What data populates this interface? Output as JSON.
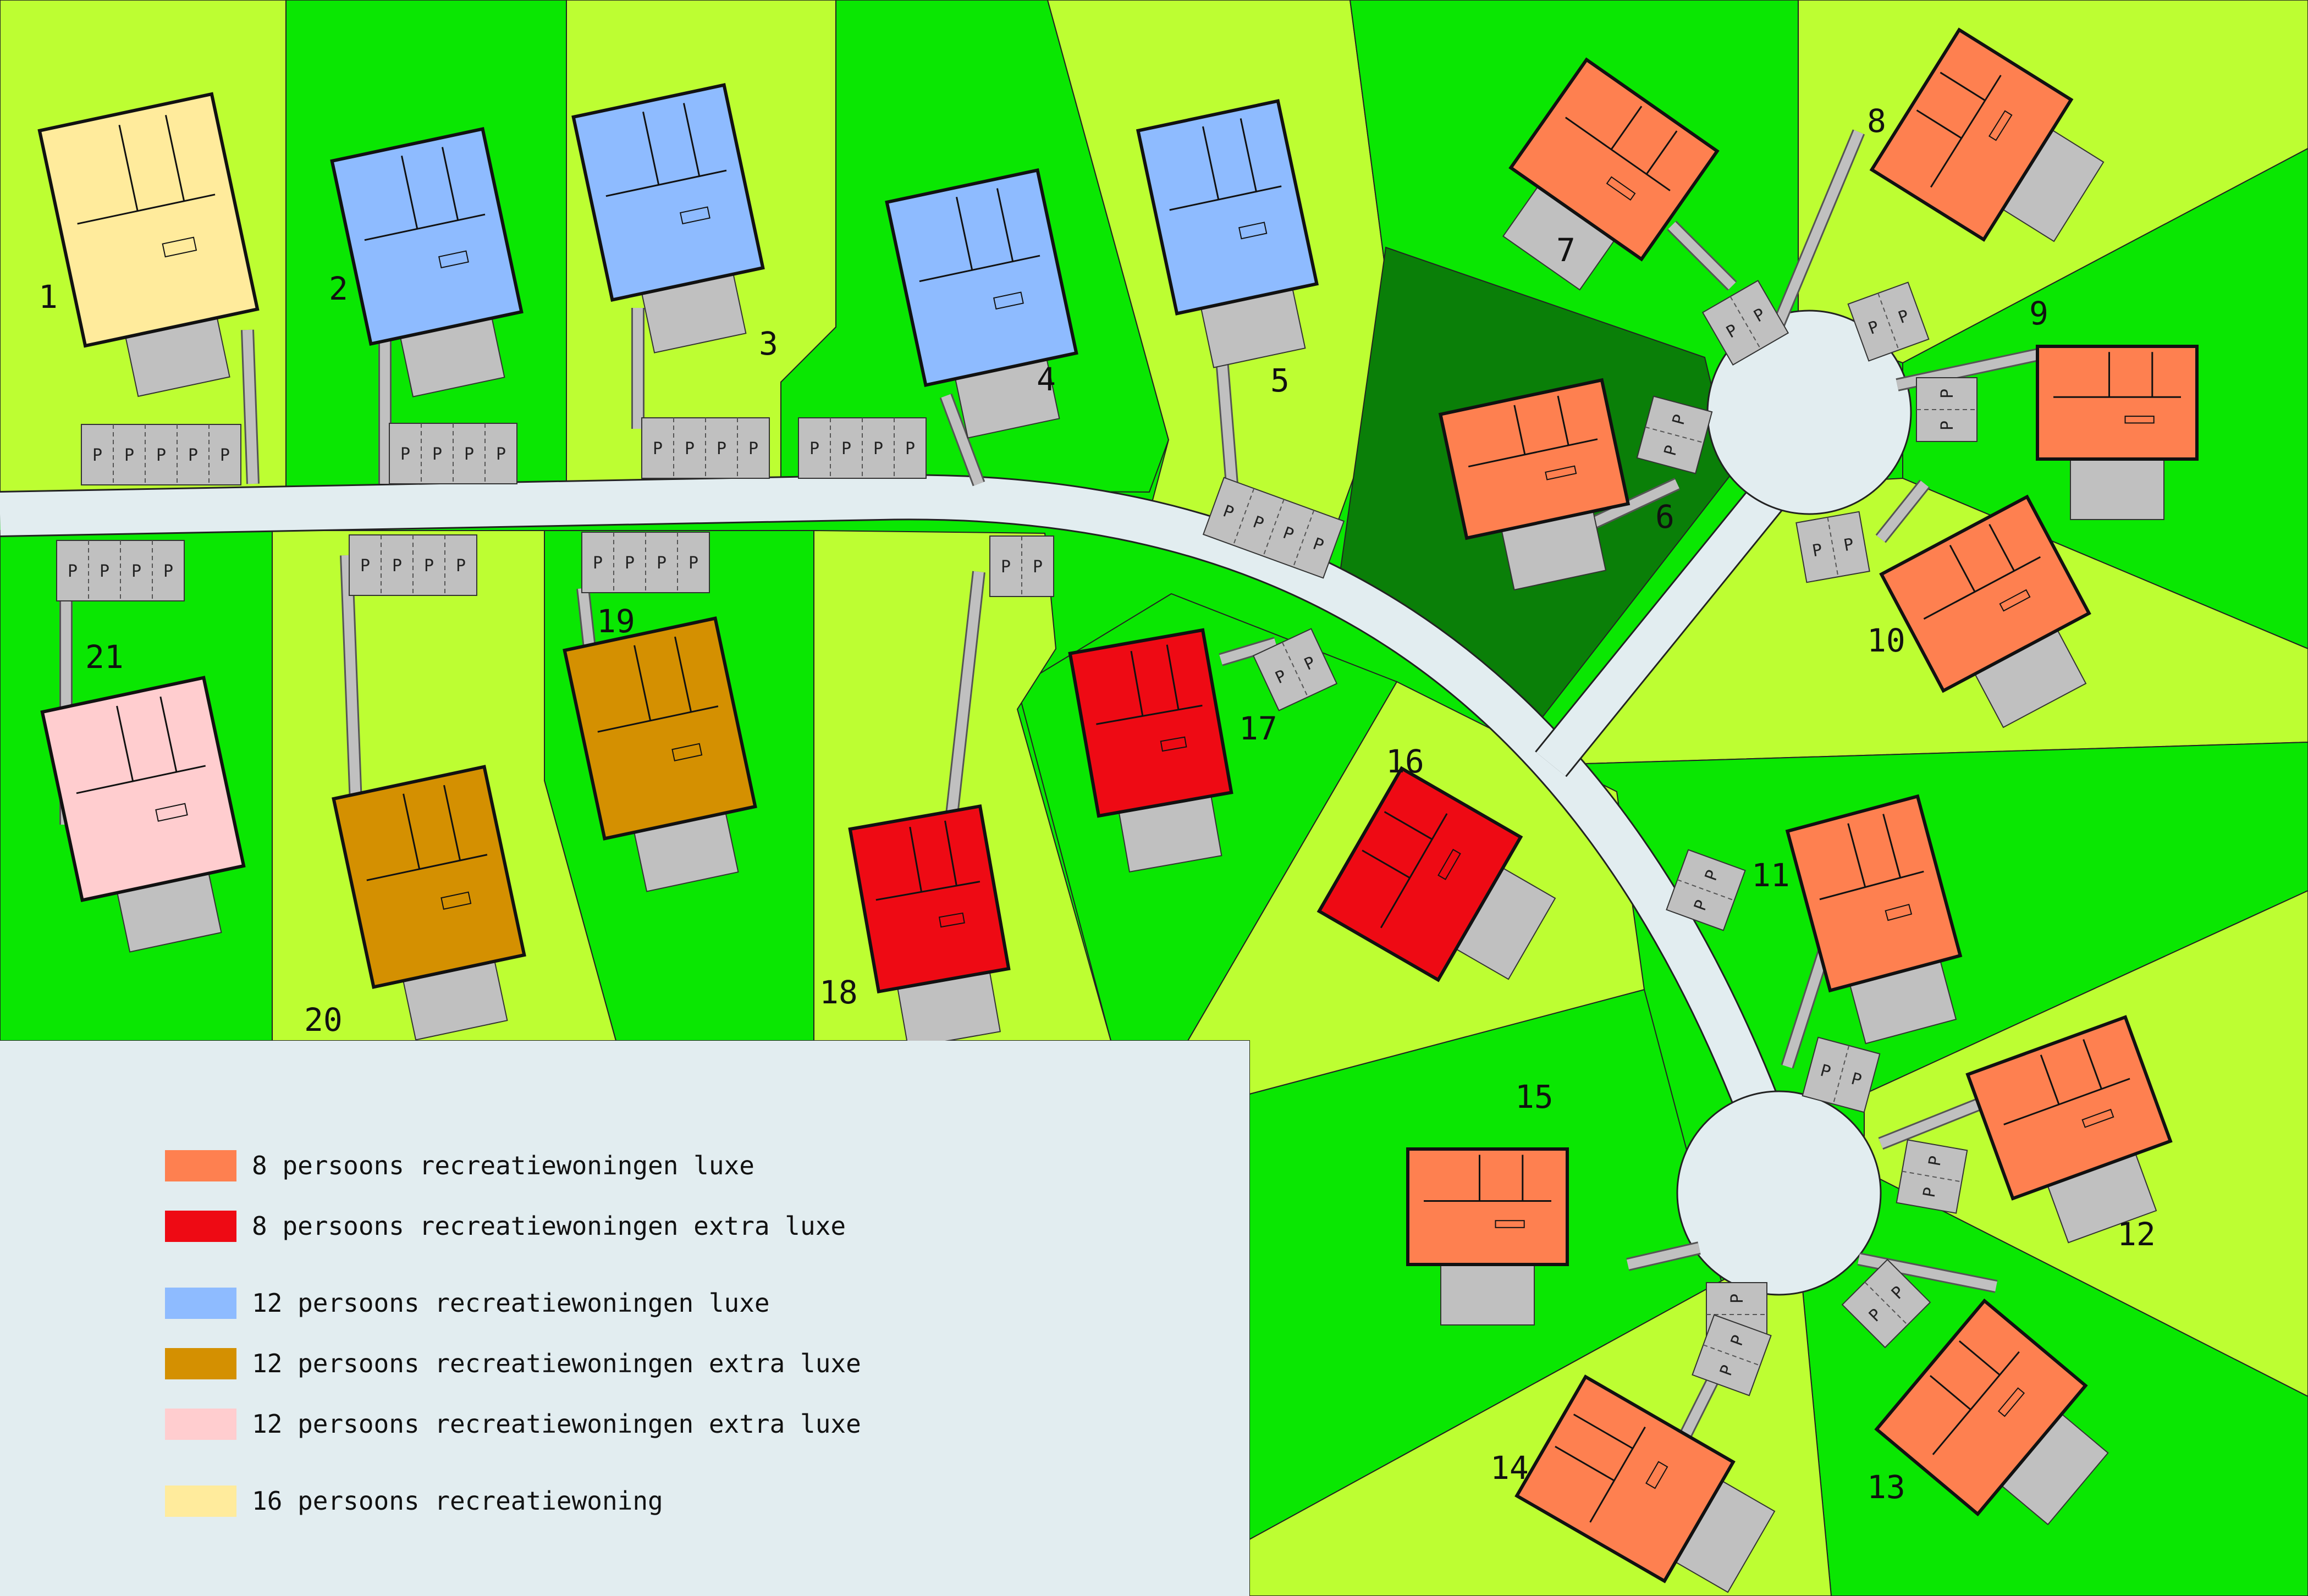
{
  "colors": {
    "field_light": "#bdfe32",
    "field_bright": "#0ae702",
    "field_dark": "#0a7f08",
    "road": "#e2edf0",
    "paving": "#c0c0c0",
    "lux8": "#fe8050",
    "extra8": "#ee0a14",
    "lux12": "#8ebbff",
    "extra12": "#d49001",
    "extra12_pink": "#ffcdcf",
    "p16": "#ffeb9c"
  },
  "lots": [
    {
      "num": "1",
      "type": "p16"
    },
    {
      "num": "2",
      "type": "lux12"
    },
    {
      "num": "3",
      "type": "lux12"
    },
    {
      "num": "4",
      "type": "lux12"
    },
    {
      "num": "5",
      "type": "lux12"
    },
    {
      "num": "6",
      "type": "lux8"
    },
    {
      "num": "7",
      "type": "lux8"
    },
    {
      "num": "8",
      "type": "lux8"
    },
    {
      "num": "9",
      "type": "lux8"
    },
    {
      "num": "10",
      "type": "lux8"
    },
    {
      "num": "11",
      "type": "lux8"
    },
    {
      "num": "12",
      "type": "lux8"
    },
    {
      "num": "13",
      "type": "lux8"
    },
    {
      "num": "14",
      "type": "lux8"
    },
    {
      "num": "15",
      "type": "lux8"
    },
    {
      "num": "16",
      "type": "extra8"
    },
    {
      "num": "17",
      "type": "extra8"
    },
    {
      "num": "18",
      "type": "extra8"
    },
    {
      "num": "19",
      "type": "extra12"
    },
    {
      "num": "20",
      "type": "extra12"
    },
    {
      "num": "21",
      "type": "extra12_pink"
    }
  ],
  "parking_label": "P",
  "legend": [
    {
      "label": "8 persoons recreatiewoningen luxe",
      "color": "#fe8050"
    },
    {
      "label": "8 persoons recreatiewoningen extra luxe",
      "color": "#ee0a14"
    },
    {
      "label": "12 persoons recreatiewoningen luxe",
      "color": "#8ebbff"
    },
    {
      "label": "12 persoons recreatiewoningen extra luxe",
      "color": "#d49001"
    },
    {
      "label": "12 persoons recreatiewoningen extra luxe",
      "color": "#ffcdcf"
    },
    {
      "label": "16 persoons recreatiewoning",
      "color": "#ffeb9c"
    }
  ]
}
